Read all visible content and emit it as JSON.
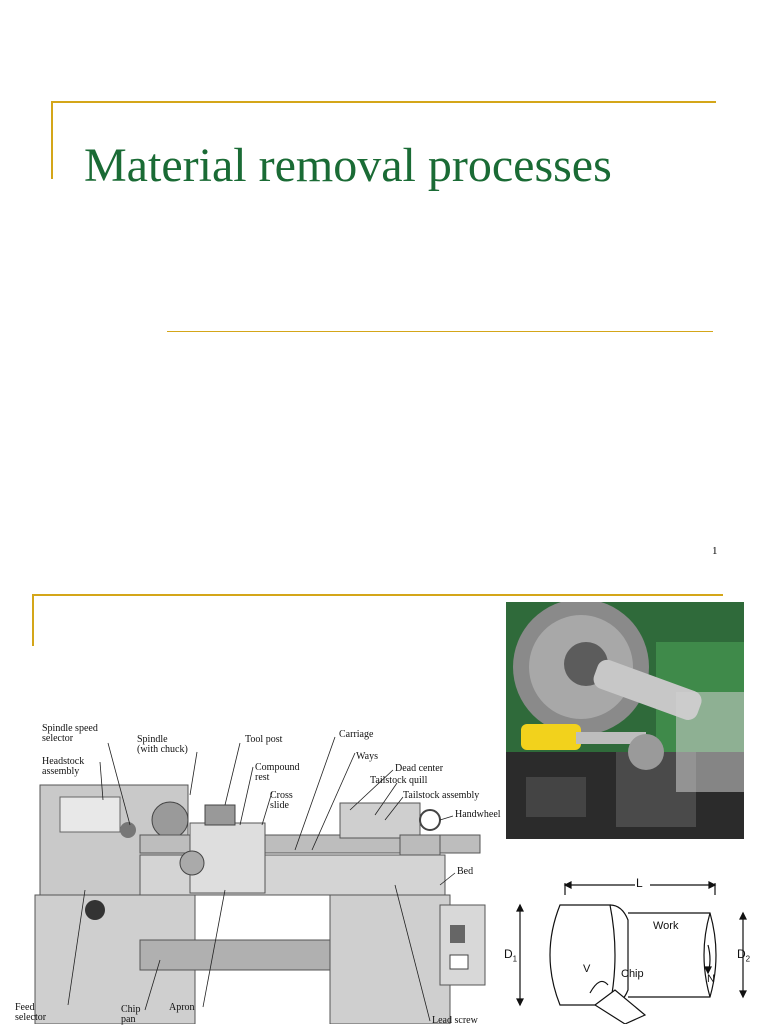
{
  "slide1": {
    "title": "Material removal processes",
    "page_number": "1"
  },
  "lathe_labels": {
    "spindle_speed_selector_1": "Spindle  speed",
    "spindle_speed_selector_2": "selector",
    "spindle_1": "Spindle",
    "spindle_2": "(with chuck)",
    "tool_post": "Tool post",
    "carriage": "Carriage",
    "headstock_1": "Headstock",
    "headstock_2": "assembly",
    "compound_1": "Compound",
    "compound_2": "rest",
    "ways": "Ways",
    "dead_center": "Dead center",
    "tailstock_quill": "Tailstock  quill",
    "cross_slide_1": "Cross",
    "cross_slide_2": "slide",
    "tailstock_assembly": "Tailstock  assembly",
    "handwheel": "Handwheel",
    "bed": "Bed",
    "feed_selector_1": "Feed",
    "feed_selector_2": "selector",
    "chip_pan_1": "Chip",
    "chip_pan_2": "pan",
    "apron": "Apron",
    "lead_screw": "Lead  screw"
  },
  "turning_diagram": {
    "length": "L",
    "d1": "D",
    "d1_sub": "1",
    "d2": "D",
    "d2_sub": "2",
    "work": "Work",
    "chip": "Chip",
    "v": "V",
    "n": "N"
  },
  "colors": {
    "accent_rule": "#d4a619",
    "title": "#1a6b35"
  }
}
